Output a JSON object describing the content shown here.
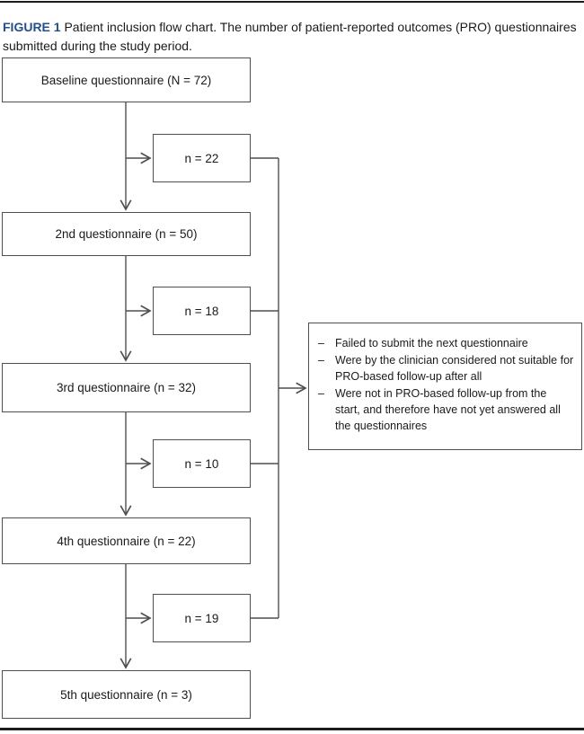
{
  "caption": {
    "label": "FIGURE 1",
    "text": " Patient inclusion flow chart. The number of patient-reported outcomes (PRO) questionnaires submitted during the study period.",
    "label_color": "#234f8d"
  },
  "flowchart": {
    "main_boxes": [
      {
        "label": "Baseline questionnaire (N = 72)"
      },
      {
        "label": "2nd questionnaire (n = 50)"
      },
      {
        "label": "3rd questionnaire (n = 32)"
      },
      {
        "label": "4th questionnaire (n = 22)"
      },
      {
        "label": "5th questionnaire (n = 3)"
      }
    ],
    "dropout_boxes": [
      {
        "label": "n = 22"
      },
      {
        "label": "n = 18"
      },
      {
        "label": "n = 10"
      },
      {
        "label": "n = 19"
      }
    ],
    "reasons_box": {
      "bullet": "–",
      "items": [
        "Failed to submit the next questionnaire",
        "Were by the clinician considered not suitable for PRO-based follow-up after all",
        "Were not in PRO-based follow-up from the start, and therefore have not yet answered all the questionnaires"
      ]
    },
    "line_color": "#4f4f4f",
    "rule_color": "#1c1c1c"
  }
}
